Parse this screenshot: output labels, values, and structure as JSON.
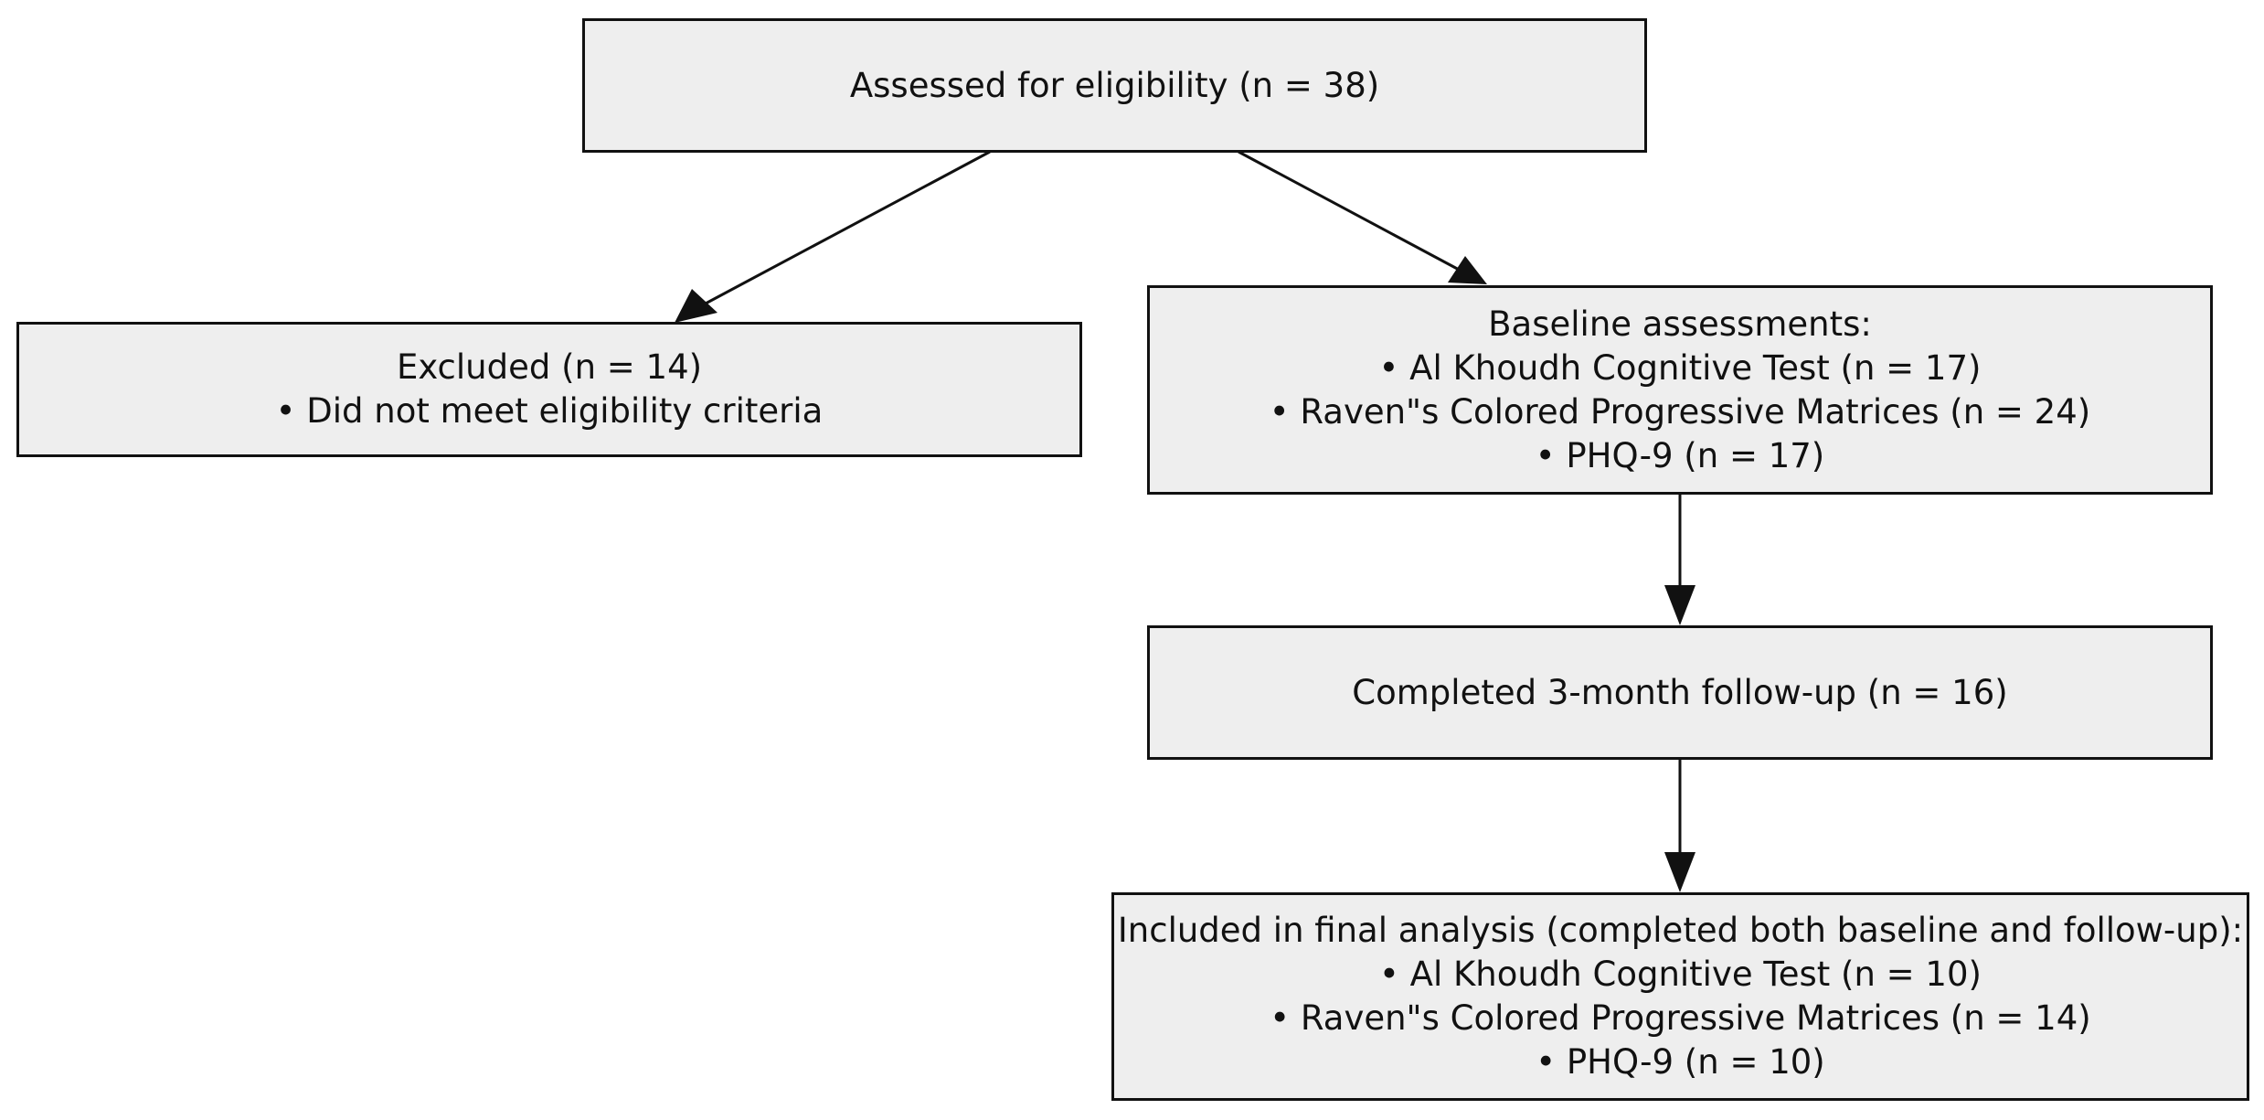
{
  "boxes": {
    "assessed": {
      "lines": [
        "Assessed for eligibility (n = 38)"
      ]
    },
    "excluded": {
      "lines": [
        "Excluded (n = 14)",
        "• Did not meet eligibility criteria"
      ]
    },
    "baseline": {
      "lines": [
        "Baseline assessments:",
        "• Al Khoudh Cognitive Test (n = 17)",
        "• Raven\"s Colored Progressive Matrices (n = 24)",
        "• PHQ-9 (n = 17)"
      ]
    },
    "followup": {
      "lines": [
        "Completed 3-month follow-up (n = 16)"
      ]
    },
    "final": {
      "lines": [
        "Included in final analysis (completed both baseline and follow-up):",
        "• Al Khoudh Cognitive Test (n = 10)",
        "• Raven\"s Colored Progressive Matrices (n = 14)",
        "• PHQ-9 (n = 10)"
      ]
    }
  },
  "colors": {
    "box_fill": "#eeeeee",
    "border": "#111111",
    "arrow": "#111111"
  }
}
